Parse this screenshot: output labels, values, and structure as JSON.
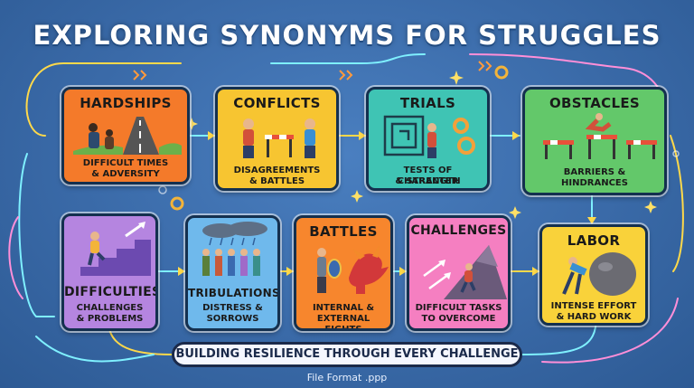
{
  "title": "EXPLORING SYNONYMS FOR STRUGGLES",
  "cards": [
    {
      "heading": "HARDSHIPS",
      "line1": "DIFFICULT TIMES",
      "line2": "& ADVERSITY",
      "color": "#f47a2a"
    },
    {
      "heading": "CONFLICTS",
      "line1": "DISAGREEMENTS",
      "line2": "& BATTLES",
      "color": "#f7c531"
    },
    {
      "heading": "TRIALS",
      "line1": "TESTS OF CHARACTER",
      "line2": "& STRENGTH",
      "color": "#3fc4b4"
    },
    {
      "heading": "OBSTACLES",
      "line1": "BARRIERS &",
      "line2": "HINDRANCES",
      "color": "#63c86a"
    },
    {
      "heading": "DIFFICULTIES",
      "line1": "CHALLENGES",
      "line2": "& PROBLEMS",
      "color": "#b585e0"
    },
    {
      "heading": "TRIBULATIONS",
      "line1": "DISTRESS &",
      "line2": "SORROWS",
      "color": "#6fb9ec"
    },
    {
      "heading": "BATTLES",
      "line1": "INTERNAL &",
      "line2": "EXTERNAL FIGHTS",
      "color": "#f7862d"
    },
    {
      "heading": "CHALLENGES",
      "line1": "DIFFICULT TASKS",
      "line2": "TO OVERCOME",
      "color": "#f57fc1"
    },
    {
      "heading": "LABOR",
      "line1": "INTENSE EFFORT",
      "line2": "& HARD WORK",
      "color": "#f9d23a"
    }
  ],
  "banner": "BUILDING RESILIENCE THROUGH EVERY CHALLENGE",
  "footer": "File Format .ppp",
  "colors": {
    "background": "#3a6aa8",
    "link_cyan": "#7ff0ff",
    "link_yellow": "#ffd94a",
    "link_pink": "#ff8fd8"
  }
}
